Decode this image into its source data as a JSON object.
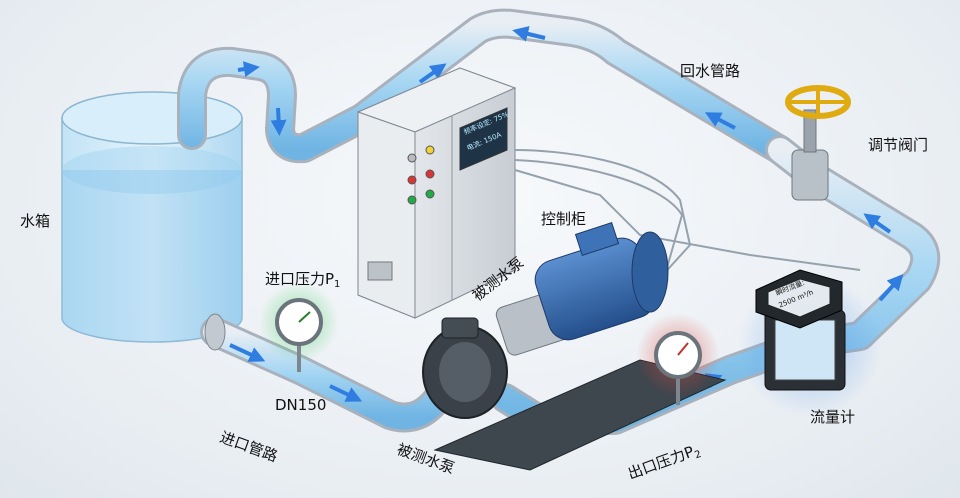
{
  "labels": {
    "tank": "水箱",
    "inlet_pressure": "进口压力P",
    "inlet_pressure_sub": "1",
    "dn": "DN150",
    "inlet_pipe": "进口管路",
    "pump_upper": "被测水泵",
    "pump_lower": "被测水泵",
    "control_cabinet": "控制柜",
    "return_pipe": "回水管路",
    "valve": "调节阀门",
    "outlet_pressure": "出口压力P",
    "outlet_pressure_sub": "2",
    "flowmeter": "流量计"
  },
  "cabinet_display": {
    "line1": "频率设定: 75%",
    "line2": "电流: 150A"
  },
  "flowmeter_display": {
    "line1": "瞬时流量:",
    "line2": "2500 m³/h"
  },
  "colors": {
    "pipe": "#c9cfd6",
    "water": "#8ec9ef",
    "flow_arrow": "#2f7de0",
    "inlet_halo": "#3fcf5a",
    "outlet_halo": "#e0463c",
    "flowmeter_halo": "#4a8fe8",
    "motor": "#3a6fb3",
    "valve_wheel": "#f2c21b"
  },
  "icons": [
    "pressure-gauge-icon",
    "flow-arrow-icon",
    "valve-handwheel-icon"
  ]
}
